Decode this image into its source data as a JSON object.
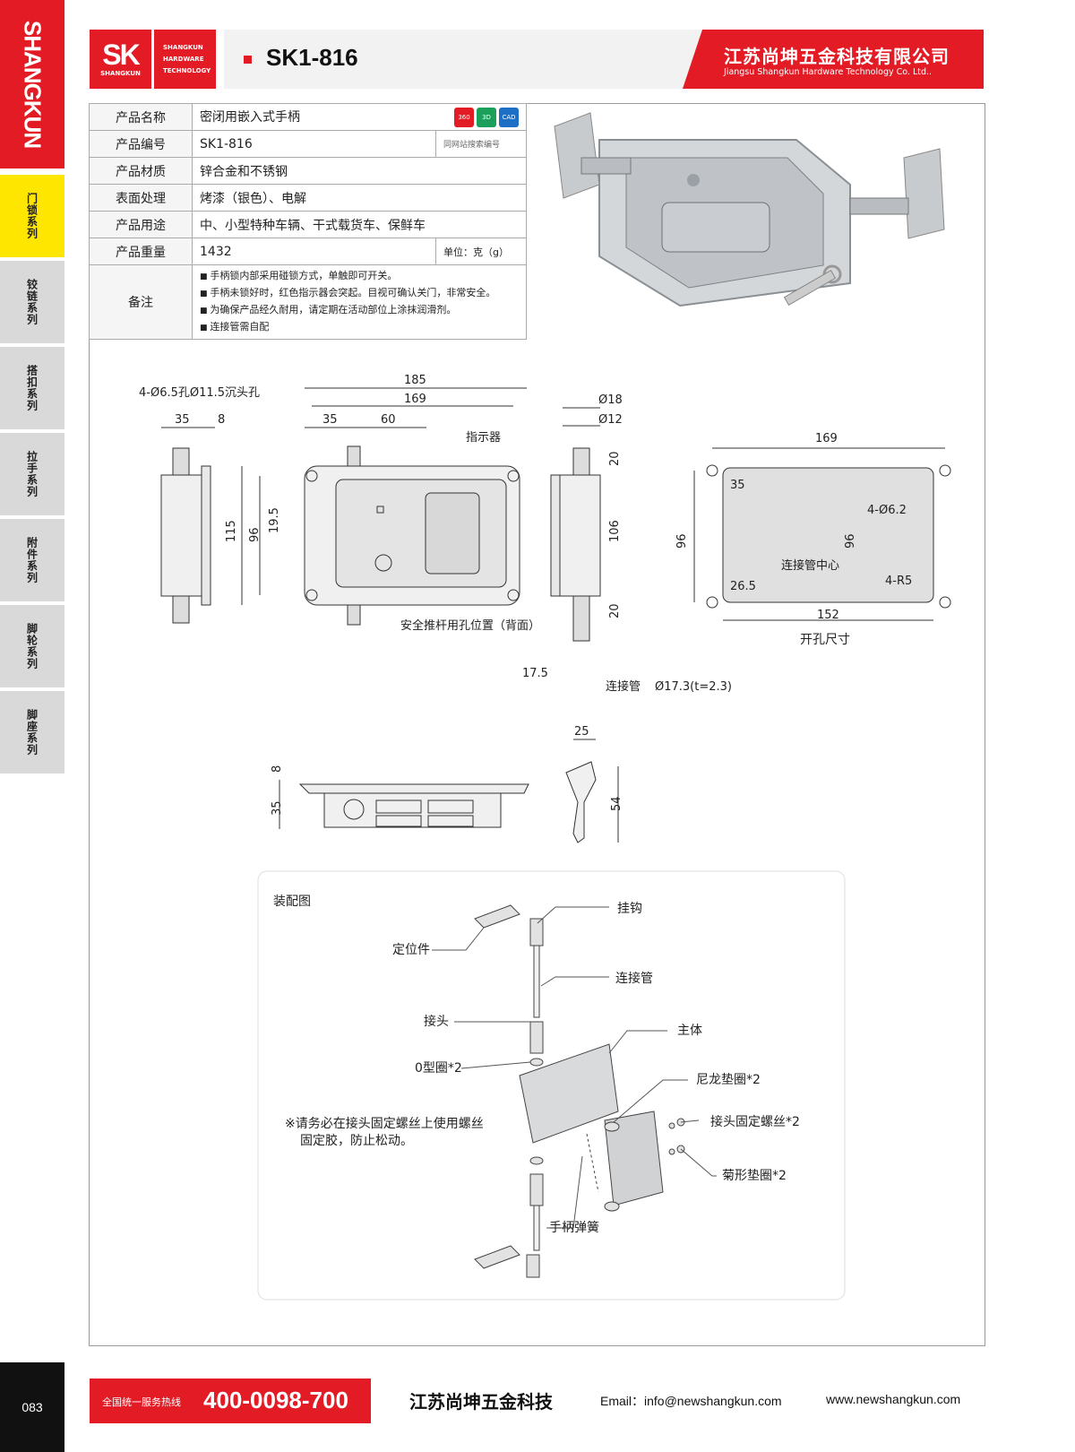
{
  "sidebar": {
    "brand": "SHANGKUN",
    "tabs": [
      "门锁系列",
      "铰链系列",
      "搭扣系列",
      "拉手系列",
      "附件系列",
      "脚轮系列",
      "脚座系列"
    ],
    "page_number": "083"
  },
  "header": {
    "logo_sk": "SK",
    "logo_sk_sub": "SHANGKUN",
    "logo_lines": [
      "SHANGKUN",
      "HARDWARE",
      "TECHNOLOGY"
    ],
    "product_code": "SK1-816",
    "company_cn": "江苏尚坤五金科技有限公司",
    "company_en": "Jiangsu Shangkun Hardware Technology Co. Ltd.."
  },
  "spec": {
    "name_label": "产品名称",
    "name_value": "密闭用嵌入式手柄",
    "code_label": "产品编号",
    "code_value": "SK1-816",
    "code_note": "同网站搜索编号",
    "material_label": "产品材质",
    "material_value": "锌合金和不锈钢",
    "surface_label": "表面处理",
    "surface_value": "烤漆（银色）、电解",
    "usage_label": "产品用途",
    "usage_value": "中、小型特种车辆、干式载货车、保鲜车",
    "weight_label": "产品重量",
    "weight_value": "1432",
    "weight_unit": "单位：克（g）",
    "notes_label": "备注",
    "notes": [
      "手柄锁内部采用碰锁方式，单触即可开关。",
      "手柄未锁好时，红色指示器会突起。目视可确认关门，非常安全。",
      "为确保产品经久耐用，请定期在活动部位上涂抹润滑剂。",
      "连接管需自配"
    ],
    "badges": [
      "360",
      "3D",
      "CAD"
    ]
  },
  "drawing": {
    "dims": {
      "holes": "4-Ø6.5孔Ø11.5沉头孔",
      "d185": "185",
      "d169": "169",
      "d35": "35",
      "d60": "60",
      "d8": "8",
      "indicator": "指示器",
      "d115": "115",
      "d96": "96",
      "d19_5": "19.5",
      "safety": "安全推杆用孔位置（背面）",
      "d18": "Ø18",
      "d12": "Ø12",
      "d20": "20",
      "d106": "106",
      "d17_5": "17.5",
      "pipe": "连接管",
      "pipe_spec": "Ø17.3(t=2.3)",
      "cut_169": "169",
      "cut_35": "35",
      "cut_holes": "4-Ø6.2",
      "cut_96": "96",
      "cut_center": "连接管中心",
      "cut_26_5": "26.5",
      "cut_r5": "4-R5",
      "cut_152": "152",
      "cut_title": "开孔尺寸",
      "side_8": "8",
      "side_35": "35",
      "key_25": "25",
      "key_54": "54"
    }
  },
  "assembly": {
    "title": "装配图",
    "labels": {
      "hook": "挂钩",
      "locator": "定位件",
      "pipe": "连接管",
      "joint": "接头",
      "body": "主体",
      "oring": "0型圈*2",
      "nylon": "尼龙垫圈*2",
      "screw": "接头固定螺丝*2",
      "washer": "菊形垫圈*2",
      "spring": "手柄弹簧"
    },
    "warning_1": "※请务必在接头固定螺丝上使用螺丝",
    "warning_2": "固定胶，防止松动。"
  },
  "footer": {
    "hotline_label": "全国统一服务热线",
    "hotline": "400-0098-700",
    "company": "江苏尚坤五金科技",
    "email": "Email：info@newshangkun.com",
    "web": "www.newshangkun.com"
  },
  "colors": {
    "brand_red": "#e21b25",
    "active_tab": "#ffe600",
    "tab_gray": "#d9d9d9"
  }
}
